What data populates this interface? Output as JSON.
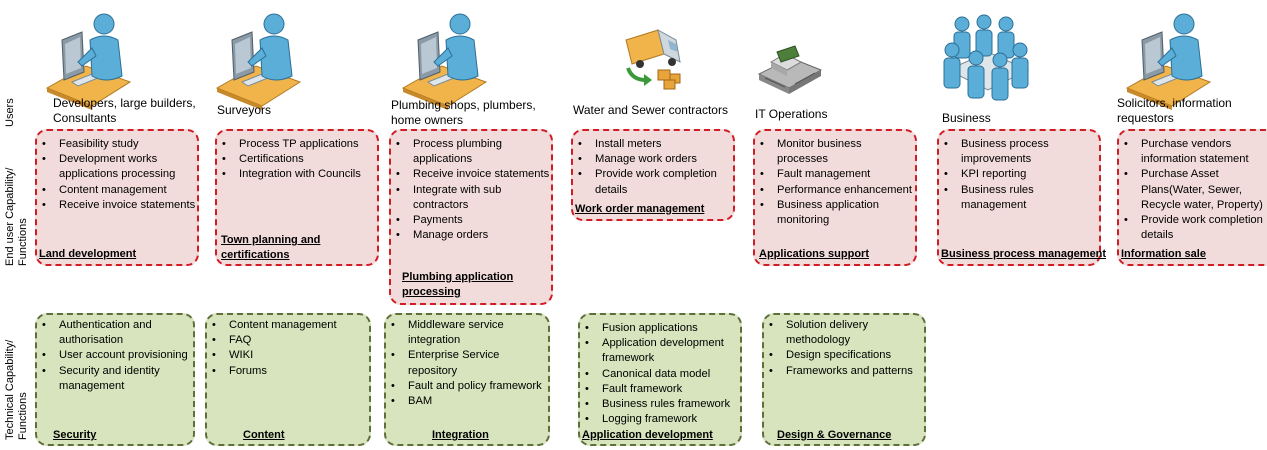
{
  "row_labels": {
    "users": "Users",
    "end_user": "End user Capability/ Functions",
    "technical": "Technical Capability/ Functions"
  },
  "users": [
    {
      "label": "Developers, large builders, Consultants",
      "icon": "person-at-computer-icon"
    },
    {
      "label": "Surveyors",
      "icon": "person-at-computer-icon"
    },
    {
      "label": "Plumbing shops, plumbers, home owners",
      "icon": "person-at-computer-icon"
    },
    {
      "label": "Water and Sewer contractors",
      "icon": "delivery-truck-icon"
    },
    {
      "label": "IT Operations",
      "icon": "server-rack-icon"
    },
    {
      "label": "Business",
      "icon": "meeting-group-icon"
    },
    {
      "label": "Solicitors, information requestors",
      "icon": "person-at-computer-icon"
    }
  ],
  "end_user_functions": [
    {
      "title": "Land development",
      "items": [
        "Feasibility study",
        "Development works applications processing",
        "Content management",
        "Receive invoice statements"
      ]
    },
    {
      "title": "Town planning and certifications",
      "items": [
        "Process TP applications",
        "Certifications",
        "Integration with Councils"
      ]
    },
    {
      "title": "Plumbing application processing",
      "items": [
        "Process plumbing applications",
        "Receive invoice statements",
        "Integrate with sub contractors",
        "Payments",
        "Manage orders"
      ]
    },
    {
      "title": "Work order management",
      "items": [
        "Install meters",
        "Manage work orders",
        "Provide work completion details"
      ]
    },
    {
      "title": "Applications support",
      "items": [
        "Monitor business processes",
        "Fault management",
        "Performance enhancement",
        "Business application monitoring"
      ]
    },
    {
      "title": "Business process management",
      "items": [
        "Business process improvements",
        "KPI reporting",
        "Business rules management"
      ]
    },
    {
      "title": "Information sale",
      "items": [
        "Purchase vendors information statement",
        "Purchase Asset Plans(Water, Sewer, Recycle water, Property)",
        "Provide work completion details"
      ]
    }
  ],
  "technical_functions": [
    {
      "title": "Security",
      "items": [
        "Authentication and authorisation",
        "User account provisioning",
        "Security and identity management"
      ]
    },
    {
      "title": "Content",
      "items": [
        "Content management",
        "FAQ",
        "WIKI",
        "Forums"
      ]
    },
    {
      "title": "Integration",
      "items": [
        "Middleware service integration",
        "Enterprise Service repository",
        "Fault and policy framework",
        "BAM"
      ]
    },
    {
      "title": "Application development",
      "items": [
        "Fusion applications",
        "Application development framework",
        "Canonical data model",
        "Fault framework",
        "Business rules framework",
        "Logging framework"
      ]
    },
    {
      "title": "Design & Governance",
      "items": [
        "Solution delivery methodology",
        "Design specifications",
        "Frameworks and patterns"
      ]
    }
  ],
  "colors": {
    "end_user_fill": "#f2dcdb",
    "end_user_border": "#d01c24",
    "technical_fill": "#d7e4bd",
    "technical_border": "#5f6f3a",
    "person_body": "#5aaed8",
    "screen": "#7a8a96"
  }
}
